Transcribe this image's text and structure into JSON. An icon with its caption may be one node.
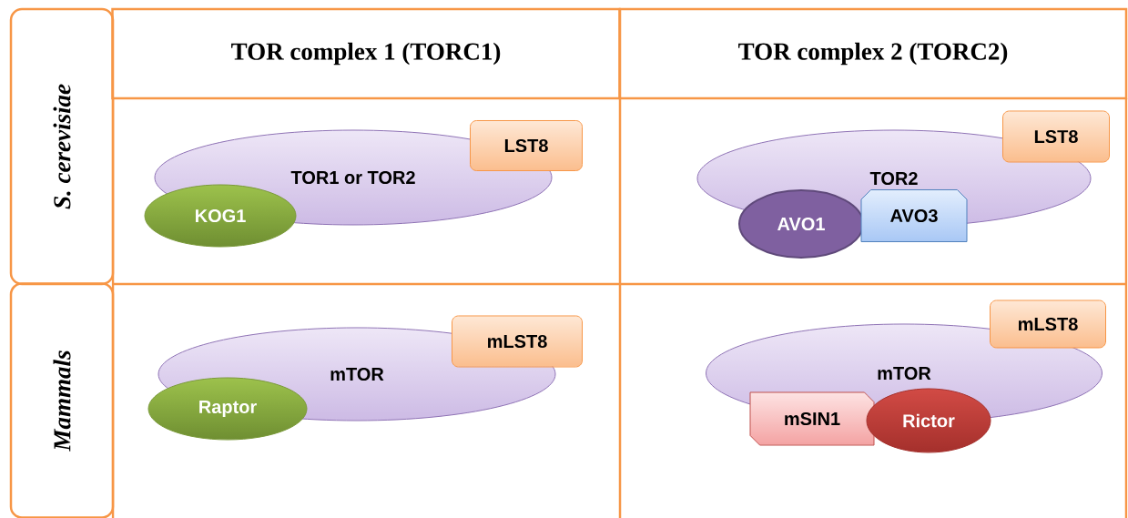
{
  "diagram": {
    "nodes": [
      {
        "text": [
          "TOR complex 1 (TORC1)"
        ]
      },
      {
        "text": [
          "TOR complex 2 (TORC2)"
        ]
      },
      {
        "text": [
          "S. cerevisiae"
        ]
      },
      {
        "text": [
          "Mammals"
        ]
      },
      {
        "text": [
          "TOR1 or TOR2"
        ]
      },
      {
        "text": [
          "LST8"
        ]
      },
      {
        "text": [
          "KOG1"
        ]
      },
      {
        "text": [
          "TOR2"
        ]
      },
      {
        "text": [
          "LST8"
        ]
      },
      {
        "text": [
          "AVO1"
        ]
      },
      {
        "text": [
          "AVO3"
        ]
      },
      {
        "text": [
          "mTOR"
        ]
      },
      {
        "text": [
          "mLST8"
        ]
      },
      {
        "text": [
          "Raptor"
        ]
      },
      {
        "text": [
          "mTOR"
        ]
      },
      {
        "text": [
          "mLST8"
        ]
      },
      {
        "text": [
          "mSIN1"
        ]
      },
      {
        "text": [
          "Rictor"
        ]
      }
    ]
  }
}
